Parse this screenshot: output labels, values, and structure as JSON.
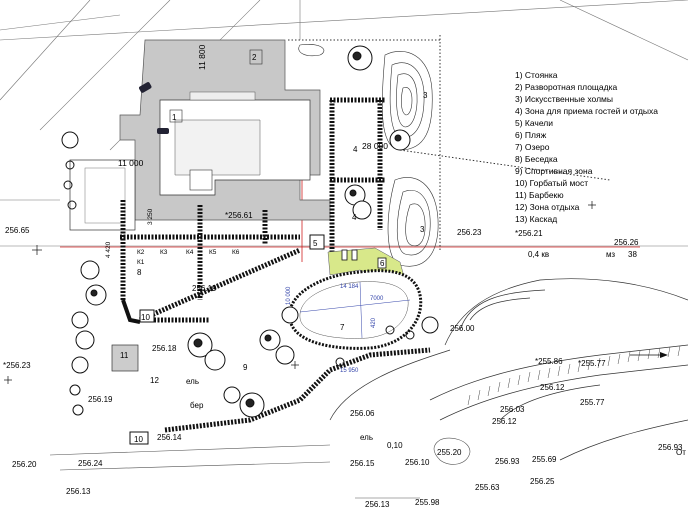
{
  "legend": {
    "items": [
      "1) Стоянка",
      "2) Разворотная площадка",
      "3) Искусственные холмы",
      "4) Зона для приема гостей и отдыха",
      "5) Качели",
      "6) Пляж",
      "7) Озеро",
      "8) Беседка",
      "9) Спортивная зона",
      "10) Горбатый мост",
      "11) Барбекю",
      "12) Зона отдыха",
      "13) Каскад"
    ]
  },
  "zones": {
    "z1": "1",
    "z2": "2",
    "z3a": "3",
    "z3b": "3",
    "z4a": "4",
    "z4b": "4",
    "z5": "5",
    "z6": "6",
    "z7": "7",
    "z8": "8",
    "z9": "9",
    "z10a": "10",
    "z10b": "10",
    "z11": "11",
    "z12": "12"
  },
  "dimensions": {
    "d11800": "11 800",
    "d11000": "11 000",
    "d28000": "28 000",
    "d3250": "3 250",
    "d4420": "4 420",
    "d14184": "14 184",
    "d7000": "7000",
    "d420": "420",
    "d15950": "15 950",
    "d10000": "10 000"
  },
  "columns": {
    "k1": "К1",
    "k2": "К2",
    "k3": "К3",
    "k4": "К4",
    "k5": "К5",
    "k6": "К6"
  },
  "elevations": {
    "e1": "256.65",
    "e2": "*256.61",
    "e3": "256.23",
    "e4": "*256.21",
    "e5": "256.19",
    "e6": "256.18",
    "e7": "*256.23",
    "e8": "256.19",
    "e9": "256.14",
    "e10": "256.20",
    "e11": "256.24",
    "e12": "256.13",
    "e13": "256.00",
    "e14": "*255.86",
    "e15": "*255.77",
    "e16": "256.12",
    "e17": "255.77",
    "e18": "256.06",
    "e19": "256.03",
    "e20": "256.12",
    "e21": "255.20",
    "e22": "256.10",
    "e23": "256.15",
    "e24": "256.93",
    "e25": "255.69",
    "e26": "256.25",
    "e27": "255.63",
    "e28": "255.98",
    "e29": "256.13",
    "e30": "256.26",
    "e31": "256.93",
    "e32": "0,10"
  },
  "notes": {
    "kv": "0,4 кв",
    "mz": "мз",
    "n38": "38",
    "el1": "ель",
    "el2": "ель",
    "ber": "бер",
    "ot": "От"
  }
}
